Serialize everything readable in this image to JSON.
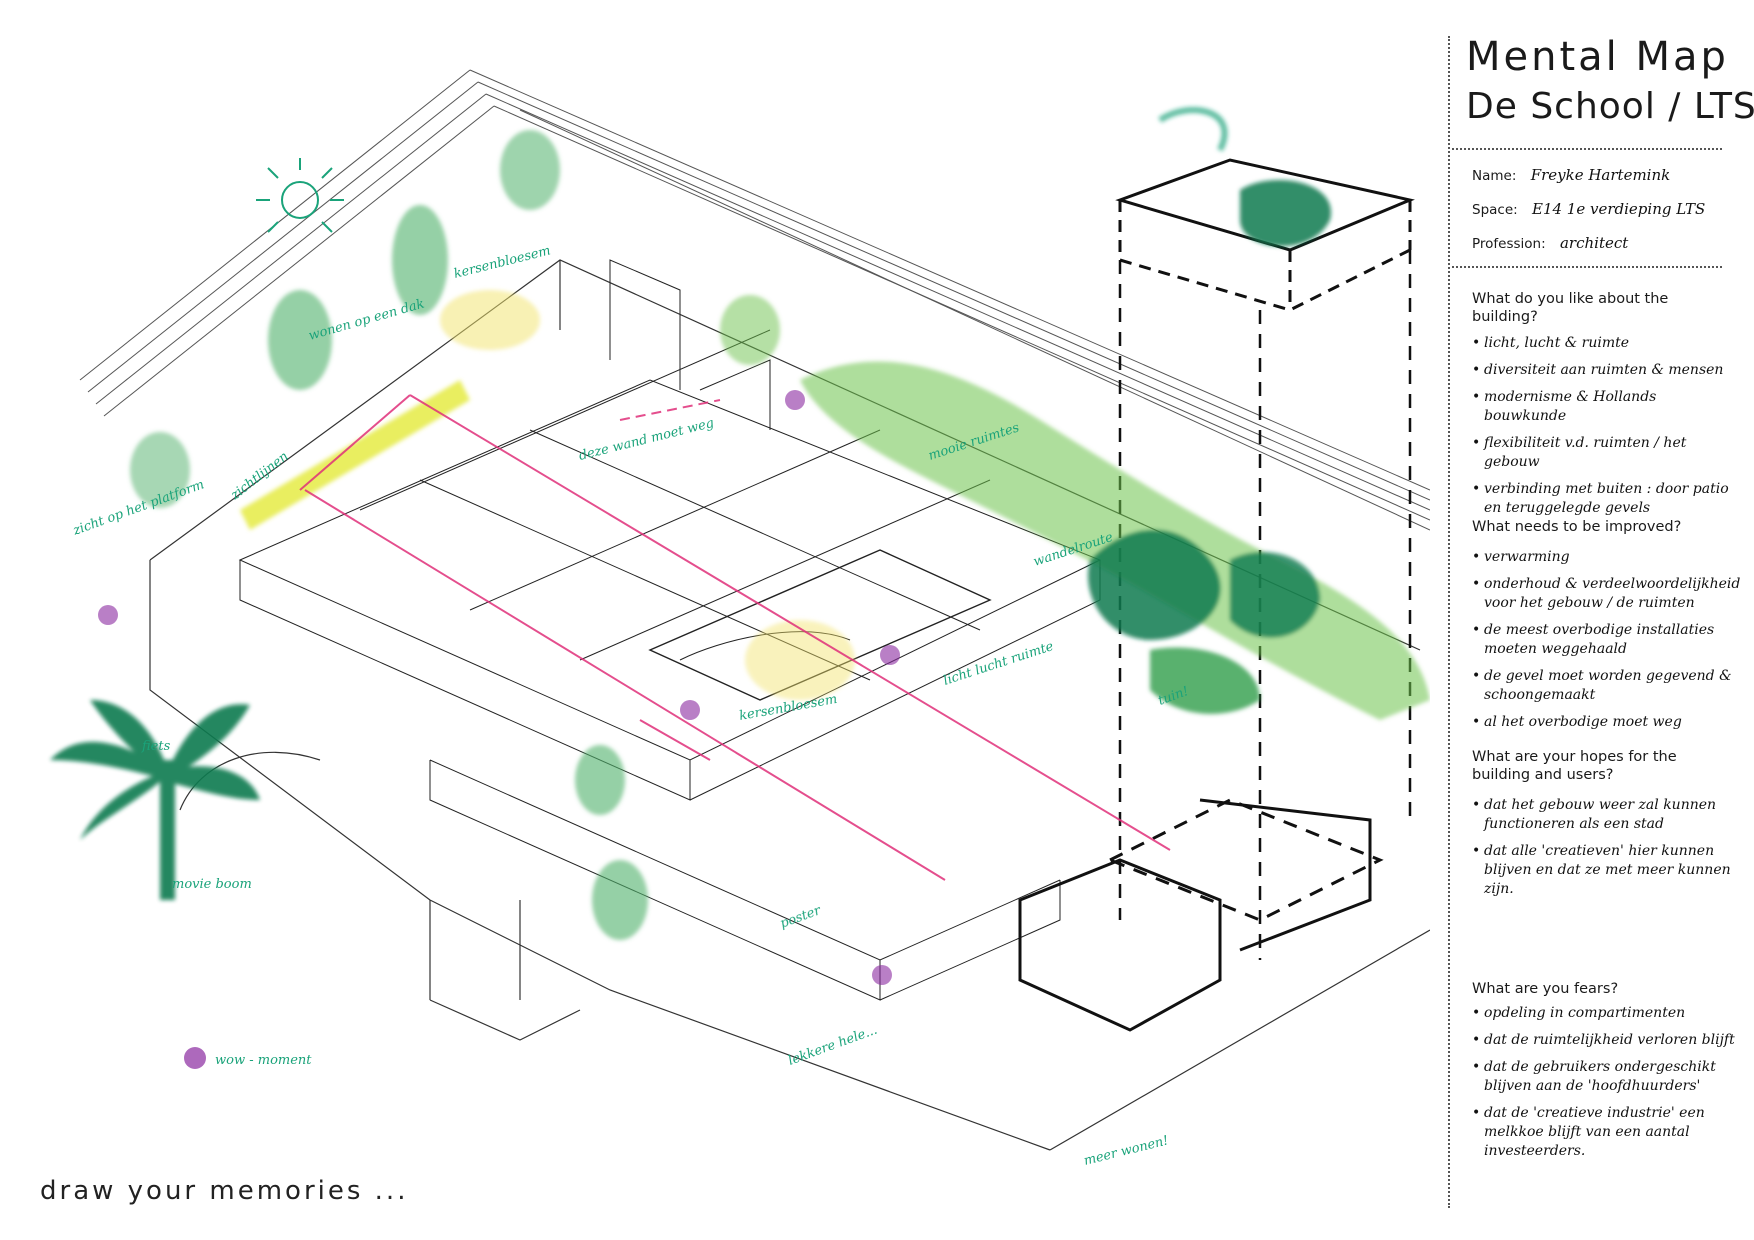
{
  "title": {
    "line1": "Mental Map",
    "line2": "De School / LTS"
  },
  "fields": {
    "name_label": "Name:",
    "name_value": "Freyke Hartemink",
    "space_label": "Space:",
    "space_value": "E14 1e verdieping LTS",
    "profession_label": "Profession:",
    "profession_value": "architect"
  },
  "questions": [
    {
      "question": "What do you like about the building?",
      "answers": [
        "licht, lucht & ruimte",
        "diversiteit aan ruimten & mensen",
        "modernisme & Hollands bouwkunde",
        "flexibiliteit v.d. ruimten / het gebouw",
        "verbinding met buiten : door patio en teruggelegde gevels"
      ]
    },
    {
      "question": "What needs to be improved?",
      "answers": [
        "verwarming",
        "onderhoud & verdeelwoordelijkheid voor het gebouw / de ruimten",
        "de meest overbodige installaties moeten weggehaald",
        "de gevel moet worden gegevend & schoongemaakt",
        "al het overbodige moet weg"
      ]
    },
    {
      "question": "What are your hopes for the building and users?",
      "answers": [
        "dat het gebouw weer zal kunnen functioneren als een stad",
        "dat alle 'creatieven' hier kunnen blijven en dat ze met meer kunnen zijn."
      ]
    },
    {
      "question": "What are you fears?",
      "answers": [
        "opdeling in compartimenten",
        "dat de ruimtelijkheid verloren blijft",
        "dat de gebruikers ondergeschikt blijven aan de 'hoofdhuurders'",
        "dat de 'creatieve industrie' een melkkoe blijft van een aantal investeerders."
      ]
    }
  ],
  "annotations": {
    "wow": "wow - moment",
    "movie_boom": "movie boom",
    "kersenbloesem_top": "kersenbloesem",
    "kersenbloesem_mid": "kersenbloesem",
    "deze_wand": "deze wand moet weg",
    "mooie_ruimtes": "mooie ruimtes",
    "wandelroute": "wandelroute",
    "licht_ruimte": "licht lucht ruimte",
    "wonen": "wonen op een dak",
    "zichtlijnen": "zichtlijnen",
    "zicht_op_platform": "zicht op het platform",
    "tuin": "tuin!",
    "lekker_hele": "lekkere hele...",
    "meer_wonen": "meer wonen!",
    "fiets": "fiets",
    "poster": "poster"
  },
  "colors": {
    "ink": "#1a1a1a",
    "green_dark": "#0d7a4f",
    "green_light": "#6cc24a",
    "teal_pen": "#1aa37a",
    "yellow": "#e4ea3a",
    "magenta": "#e0307a"
  },
  "footer": "draw your memories ..."
}
